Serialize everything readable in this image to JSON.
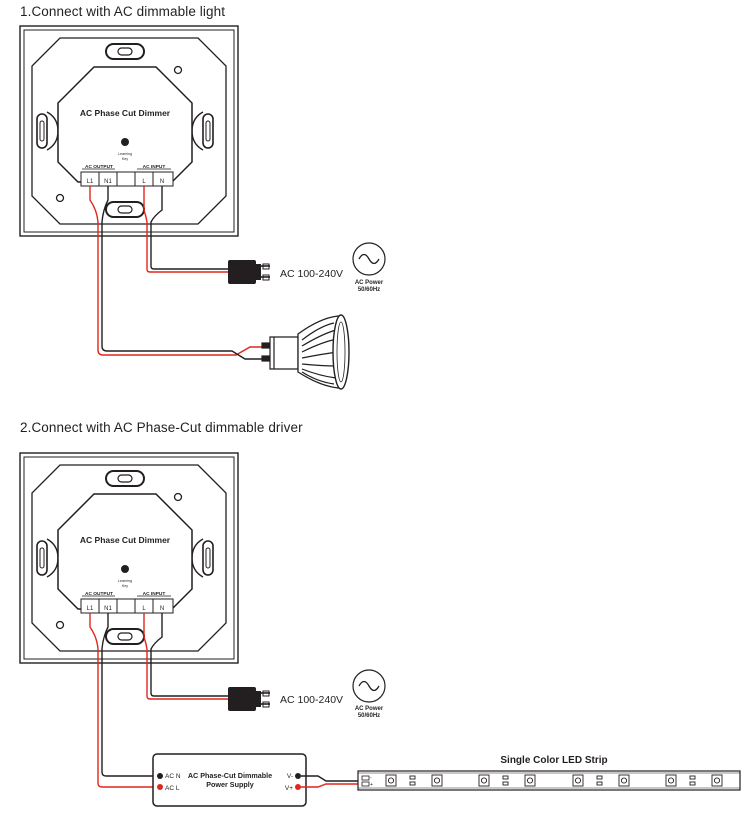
{
  "sections": [
    {
      "heading": "1.Connect with AC dimmable light",
      "device": {
        "title": "AC Phase Cut Dimmer",
        "learning_key": [
          "Learning",
          "Key"
        ],
        "ac_output": "AC OUTPUT",
        "ac_input": "AC INPUT",
        "terminals": [
          "L1",
          "N1",
          "",
          "L",
          "N"
        ]
      },
      "ac_voltage": "AC 100-240V",
      "ac_power": [
        "AC Power",
        "50/60Hz"
      ]
    },
    {
      "heading": "2.Connect with AC Phase-Cut dimmable driver",
      "device": {
        "title": "AC Phase Cut Dimmer",
        "learning_key": [
          "Learning",
          "Key"
        ],
        "ac_output": "AC OUTPUT",
        "ac_input": "AC INPUT",
        "terminals": [
          "L1",
          "N1",
          "",
          "L",
          "N"
        ]
      },
      "ac_voltage": "AC 100-240V",
      "ac_power": [
        "AC Power",
        "50/60Hz"
      ],
      "power_supply": {
        "title": [
          "AC Phase-Cut Dimmable",
          "Power Supply"
        ],
        "inputs": [
          "AC N",
          "AC L"
        ],
        "outputs": [
          "V-",
          "V+"
        ]
      },
      "led_strip": {
        "title": "Single Color LED Strip",
        "pads": [
          "-",
          "+"
        ]
      }
    }
  ],
  "colors": {
    "line": "#231f20",
    "wire_red": "#e1251b",
    "wire_gray": "#a7a9ac"
  }
}
